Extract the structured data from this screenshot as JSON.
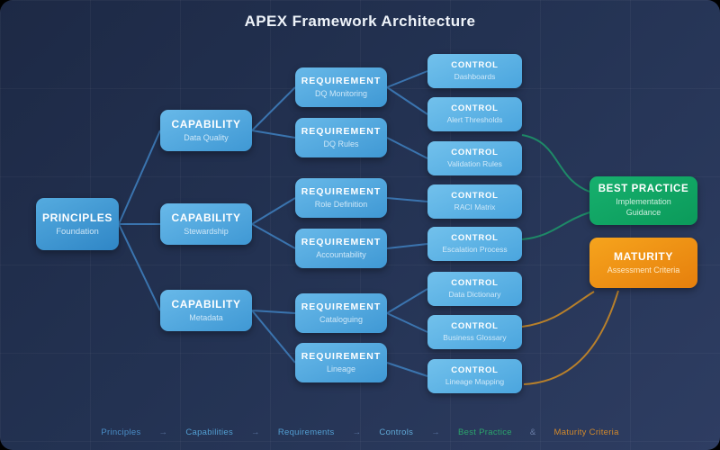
{
  "title": "APEX Framework Architecture",
  "nodes": {
    "principles": {
      "label": "PRINCIPLES",
      "sublabel": "Foundation"
    },
    "capabilities": [
      {
        "label": "CAPABILITY",
        "sublabel": "Data Quality"
      },
      {
        "label": "CAPABILITY",
        "sublabel": "Stewardship"
      },
      {
        "label": "CAPABILITY",
        "sublabel": "Metadata"
      }
    ],
    "requirements": [
      {
        "label": "REQUIREMENT",
        "sublabel": "DQ Monitoring"
      },
      {
        "label": "REQUIREMENT",
        "sublabel": "DQ Rules"
      },
      {
        "label": "REQUIREMENT",
        "sublabel": "Role Definition"
      },
      {
        "label": "REQUIREMENT",
        "sublabel": "Accountability"
      },
      {
        "label": "REQUIREMENT",
        "sublabel": "Cataloguing"
      },
      {
        "label": "REQUIREMENT",
        "sublabel": "Lineage"
      }
    ],
    "controls": [
      {
        "label": "CONTROL",
        "sublabel": "Dashboards"
      },
      {
        "label": "CONTROL",
        "sublabel": "Alert Thresholds"
      },
      {
        "label": "CONTROL",
        "sublabel": "Validation Rules"
      },
      {
        "label": "CONTROL",
        "sublabel": "RACI Matrix"
      },
      {
        "label": "CONTROL",
        "sublabel": "Escalation Process"
      },
      {
        "label": "CONTROL",
        "sublabel": "Data Dictionary"
      },
      {
        "label": "CONTROL",
        "sublabel": "Business Glossary"
      },
      {
        "label": "CONTROL",
        "sublabel": "Lineage Mapping"
      }
    ],
    "best_practice": {
      "label": "BEST PRACTICE",
      "sublabel": "Implementation Guidance"
    },
    "maturity": {
      "label": "MATURITY",
      "sublabel": "Assessment Criteria"
    }
  },
  "connections": [
    {
      "from": "Principles",
      "to": "Capability: Data Quality",
      "color": "#3c78b4"
    },
    {
      "from": "Principles",
      "to": "Capability: Stewardship",
      "color": "#3c78b4"
    },
    {
      "from": "Principles",
      "to": "Capability: Metadata",
      "color": "#3c78b4"
    },
    {
      "from": "Capability: Data Quality",
      "to": "Requirement: DQ Monitoring",
      "color": "#3c78b4"
    },
    {
      "from": "Capability: Data Quality",
      "to": "Requirement: DQ Rules",
      "color": "#3c78b4"
    },
    {
      "from": "Capability: Stewardship",
      "to": "Requirement: Role Definition",
      "color": "#3c78b4"
    },
    {
      "from": "Capability: Stewardship",
      "to": "Requirement: Accountability",
      "color": "#3c78b4"
    },
    {
      "from": "Capability: Metadata",
      "to": "Requirement: Cataloguing",
      "color": "#3c78b4"
    },
    {
      "from": "Capability: Metadata",
      "to": "Requirement: Lineage",
      "color": "#3c78b4"
    },
    {
      "from": "Requirement: DQ Monitoring",
      "to": "Control: Dashboards",
      "color": "#3c78b4"
    },
    {
      "from": "Requirement: DQ Monitoring",
      "to": "Control: Alert Thresholds",
      "color": "#3c78b4"
    },
    {
      "from": "Requirement: DQ Rules",
      "to": "Control: Validation Rules",
      "color": "#3c78b4"
    },
    {
      "from": "Requirement: Role Definition",
      "to": "Control: RACI Matrix",
      "color": "#3c78b4"
    },
    {
      "from": "Requirement: Accountability",
      "to": "Control: Escalation Process",
      "color": "#3c78b4"
    },
    {
      "from": "Requirement: Cataloguing",
      "to": "Control: Data Dictionary",
      "color": "#3c78b4"
    },
    {
      "from": "Requirement: Cataloguing",
      "to": "Control: Business Glossary",
      "color": "#3c78b4"
    },
    {
      "from": "Requirement: Lineage",
      "to": "Control: Lineage Mapping",
      "color": "#3c78b4"
    },
    {
      "from": "Control: Validation Rules",
      "to": "Best Practice",
      "color": "#1e8e68"
    },
    {
      "from": "Control: Escalation Process",
      "to": "Best Practice",
      "color": "#1e8e68"
    },
    {
      "from": "Control: Business Glossary",
      "to": "Maturity",
      "color": "#c08428"
    },
    {
      "from": "Control: Lineage Mapping",
      "to": "Maturity",
      "color": "#c08428"
    }
  ],
  "legend": {
    "arrow": "→",
    "amp": "&",
    "items": [
      {
        "label": "Principles",
        "color": "#4a8ec8"
      },
      {
        "label": "Capabilities",
        "color": "#529fd2"
      },
      {
        "label": "Requirements",
        "color": "#529fd2"
      },
      {
        "label": "Controls",
        "color": "#60aad8"
      },
      {
        "label": "Best Practice",
        "color": "#2ba56c"
      },
      {
        "label": "Maturity Criteria",
        "color": "#d2892b"
      }
    ]
  },
  "colors": {
    "background": "#233252",
    "node_blue": "#4da0d8",
    "best_practice_green": "#12a563",
    "maturity_orange": "#ef9410",
    "connector_blue": "#3c78b4",
    "connector_green": "#1e8e68",
    "connector_orange": "#c08428"
  }
}
